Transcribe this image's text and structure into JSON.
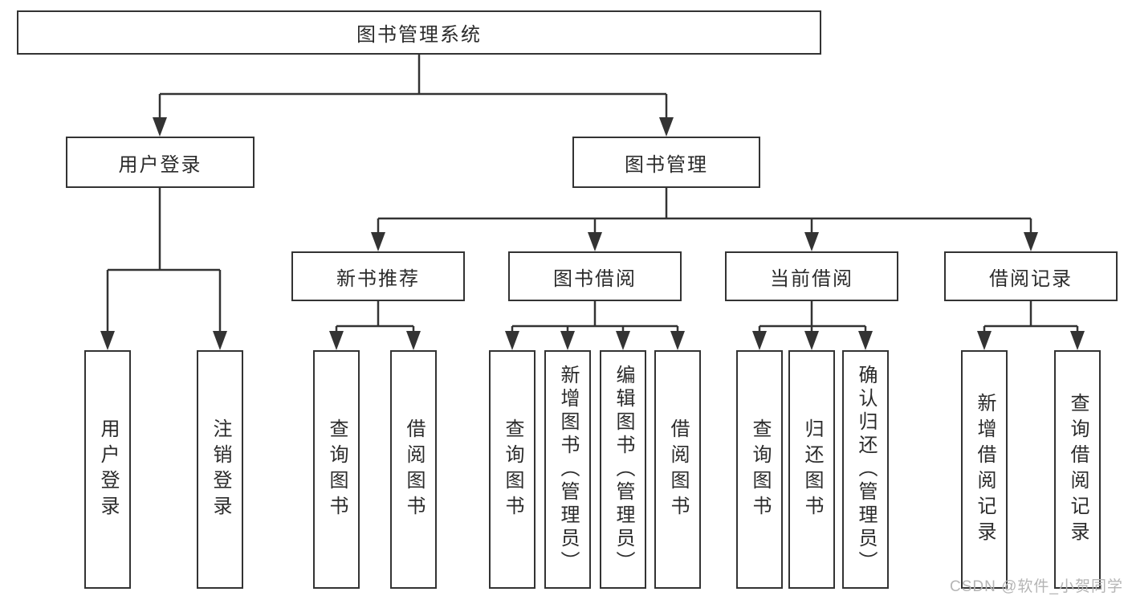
{
  "nodes": {
    "root": {
      "label": "图书管理系统"
    },
    "user_login": {
      "label": "用户登录"
    },
    "book_management": {
      "label": "图书管理"
    },
    "new_book_recommend": {
      "label": "新书推荐"
    },
    "book_borrowing": {
      "label": "图书借阅"
    },
    "current_borrowing": {
      "label": "当前借阅"
    },
    "borrowing_records": {
      "label": "借阅记录"
    },
    "leaf_user_login": {
      "label": "用户登录"
    },
    "leaf_logout": {
      "label": "注销登录"
    },
    "leaf_recommend_query_books": {
      "label": "查询图书"
    },
    "leaf_recommend_borrow_books": {
      "label": "借阅图书"
    },
    "leaf_borrowing_query_books": {
      "label": "查询图书"
    },
    "leaf_borrowing_add_books": {
      "label": "新增图书（管理员）"
    },
    "leaf_borrowing_edit_books": {
      "label": "编辑图书（管理员）"
    },
    "leaf_borrowing_borrow_books": {
      "label": "借阅图书"
    },
    "leaf_current_query_books": {
      "label": "查询图书"
    },
    "leaf_current_return_books": {
      "label": "归还图书"
    },
    "leaf_current_confirm_return": {
      "label": "确认归还（管理员）"
    },
    "leaf_records_add_record": {
      "label": "新增借阅记录"
    },
    "leaf_records_query_record": {
      "label": "查询借阅记录"
    }
  },
  "watermark": {
    "text": "CSDN @软件_小贺同学"
  },
  "colors": {
    "line": "#333333",
    "text": "#2b2b2b",
    "background": "#ffffff",
    "watermark": "#b5b5b5"
  }
}
